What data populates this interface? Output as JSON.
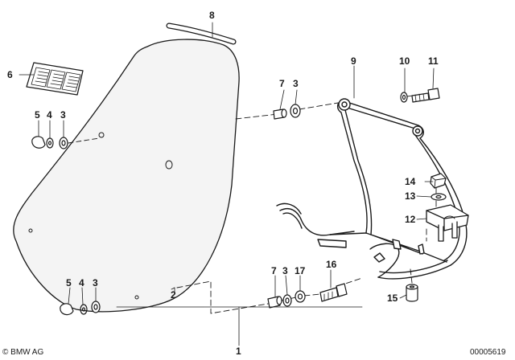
{
  "callouts": {
    "c1": "1",
    "c2": "2",
    "c3a": "3",
    "c3b": "3",
    "c3c": "3",
    "c3d": "3",
    "c4a": "4",
    "c4b": "4",
    "c5a": "5",
    "c5b": "5",
    "c6": "6",
    "c7a": "7",
    "c7b": "7",
    "c8": "8",
    "c9": "9",
    "c10": "10",
    "c11": "11",
    "c12": "12",
    "c13": "13",
    "c14": "14",
    "c15": "15",
    "c16": "16",
    "c17": "17"
  },
  "footer": {
    "copyright": "© BMW AG",
    "diagram_number": "00005619"
  },
  "colors": {
    "line": "#1a1a1a",
    "fill_light": "#f4f4f4",
    "background": "#ffffff"
  }
}
